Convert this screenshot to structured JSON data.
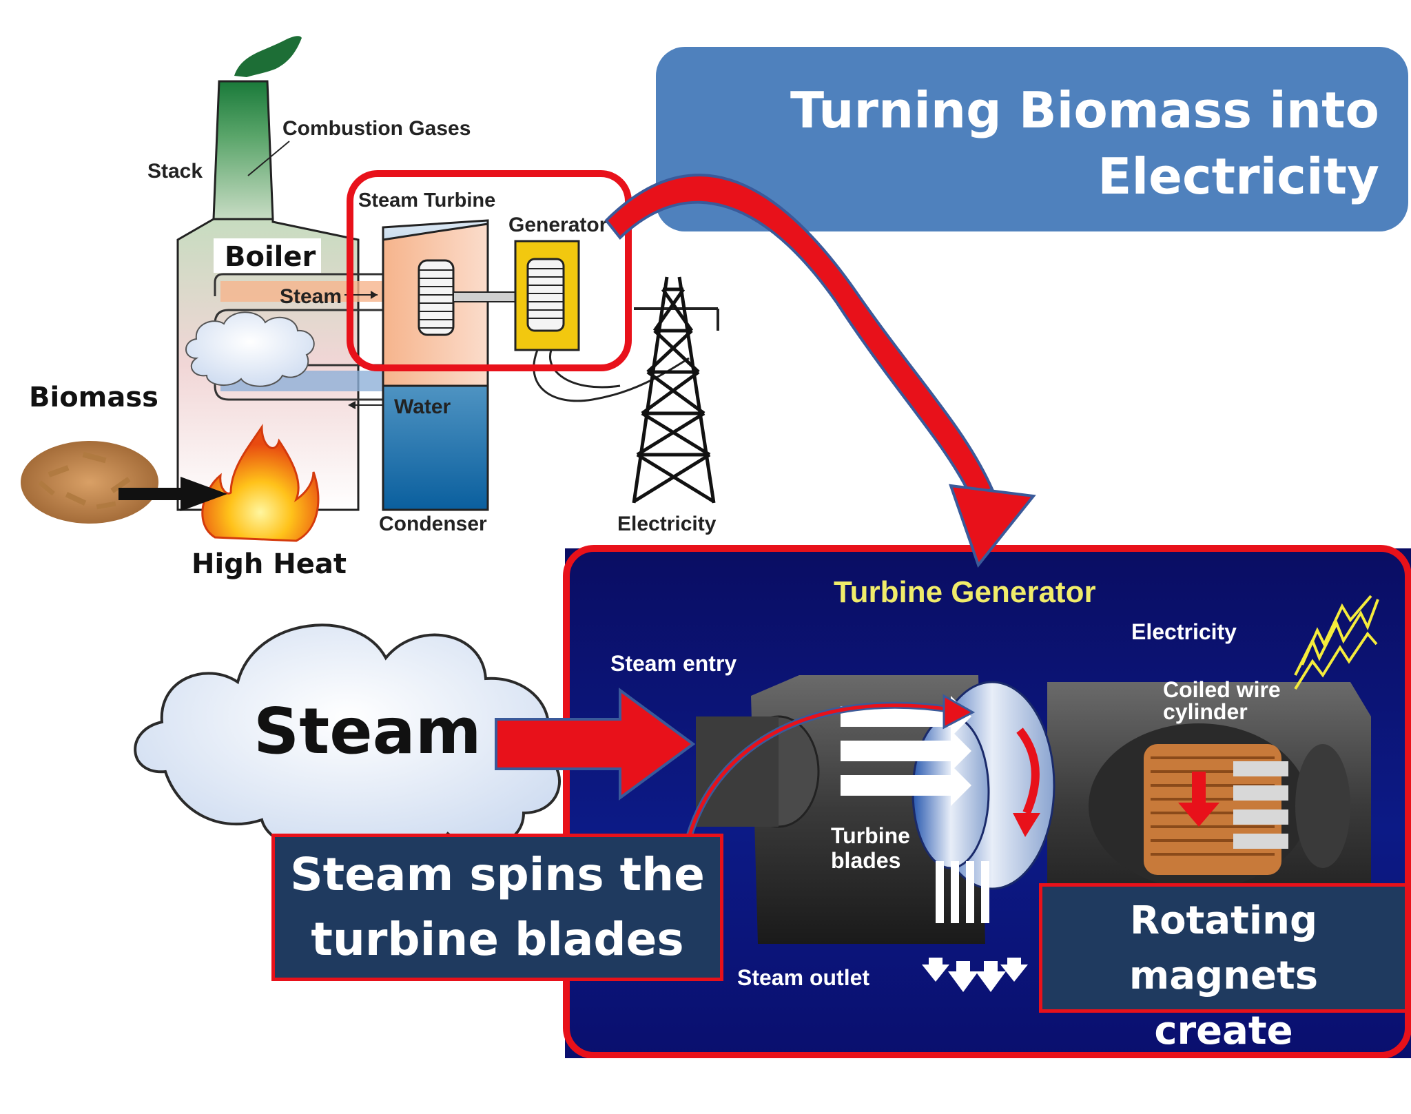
{
  "title": "Turning Biomass into Electricity",
  "plant_diagram": {
    "labels": {
      "stack": "Stack",
      "combustion_gases": "Combustion Gases",
      "steam_turbine": "Steam Turbine",
      "generator": "Generator",
      "boiler": "Boiler",
      "steam": "Steam",
      "water": "Water",
      "biomass": "Biomass",
      "condenser": "Condenser",
      "electricity": "Electricity",
      "high_heat": "High Heat"
    }
  },
  "steam_cloud": {
    "label": "Steam"
  },
  "turbine_panel": {
    "title": "Turbine Generator",
    "electricity": "Electricity",
    "steam_entry": "Steam entry",
    "coiled_wire_line1": "Coiled wire",
    "coiled_wire_line2": "cylinder",
    "turbine_blades_line1": "Turbine",
    "turbine_blades_line2": "blades",
    "steam_outlet": "Steam outlet"
  },
  "captions": {
    "spins_line1": "Steam spins the",
    "spins_line2": "turbine blades",
    "magnets_line1": "Rotating magnets",
    "magnets_line2": "create electricity"
  },
  "colors": {
    "title_box": "#4f81bd",
    "highlight_red": "#e8111a",
    "panel_navy": "#0a0f6e",
    "caption_bg": "#1f3a5f",
    "stack_green": "#1f7a3a",
    "generator_yellow": "#f2c80f",
    "condenser_blue": "#0a6aa8",
    "panel_title_yellow": "#f0ec6a"
  }
}
